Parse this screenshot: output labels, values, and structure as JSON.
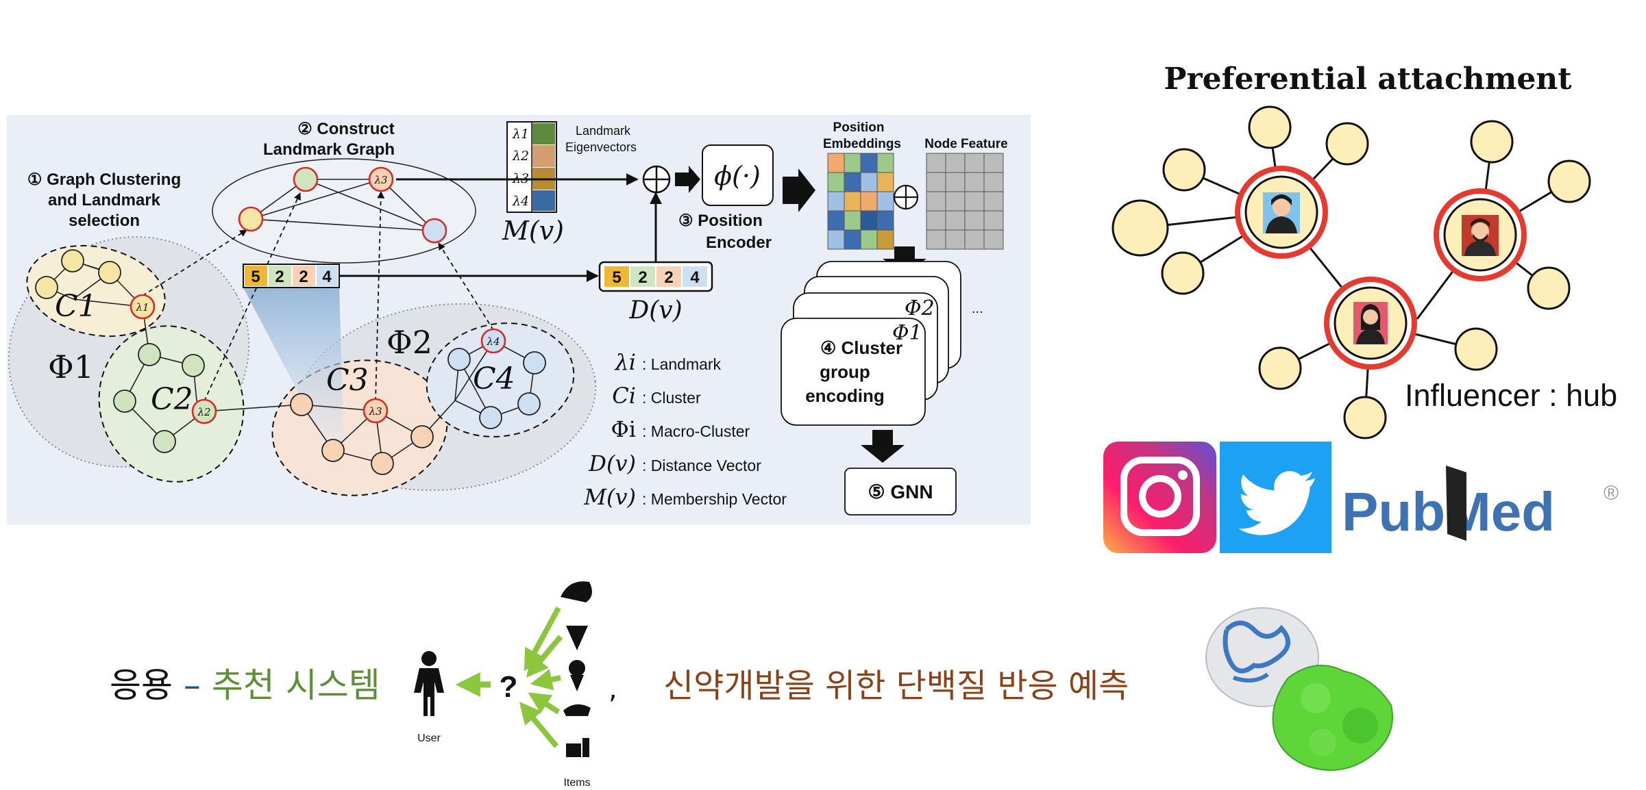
{
  "pipeline": {
    "step1": {
      "num": "①",
      "lines": [
        "Graph Clustering",
        "and Landmark",
        "selection"
      ]
    },
    "step2": {
      "num": "②",
      "lines": [
        "Construct",
        "Landmark Graph"
      ]
    },
    "step3": {
      "num": "③",
      "lines": [
        "Position",
        "Encoder"
      ]
    },
    "step4": {
      "num": "④",
      "lines": [
        "Cluster",
        "group",
        "encoding"
      ]
    },
    "step5": {
      "num": "⑤",
      "label": "GNN"
    },
    "landmark_eigenvectors": [
      "Landmark",
      "Eigenvectors"
    ],
    "position_embeddings": [
      "Position",
      "Embeddings"
    ],
    "node_feature": "Node Feature",
    "lambda_labels": [
      "λ1",
      "λ2",
      "λ3",
      "λ4"
    ],
    "cluster_labels": [
      "C1",
      "C2",
      "C3",
      "C4"
    ],
    "macro_labels": [
      "Φ1",
      "Φ2"
    ],
    "m_label": "M(v)",
    "d_label": "D(v)",
    "phi_label": "ϕ(·)",
    "oplus": "⊕",
    "distance_vector": [
      "5",
      "2",
      "2",
      "4"
    ],
    "stack_labels": [
      "Φ2",
      "Φ1"
    ],
    "ellipsis": "...",
    "legend": [
      {
        "sym": "λi",
        "text": ": Landmark"
      },
      {
        "sym": "Ci",
        "text": ": Cluster"
      },
      {
        "sym": "Φi",
        "text": ": Macro-Cluster"
      },
      {
        "sym": "D(v)",
        "text": ": Distance Vector"
      },
      {
        "sym": "M(v)",
        "text": ": Membership Vector"
      }
    ],
    "colors": {
      "panel_bg": "#eaeff7",
      "landmark": "#d42b2b",
      "yellow": "#f6e6a5",
      "green": "#cfe4bf",
      "peach": "#f8d2b5",
      "blue": "#cfdff2"
    }
  },
  "preferential": {
    "title": "Preferential attachment",
    "hub_label": "Influencer : hub",
    "node_color": "#fdeeba",
    "hub_ring": "#e53a2f"
  },
  "logos": {
    "instagram": "instagram-icon",
    "twitter": "twitter-bird-icon",
    "pubmed": "PubMed",
    "registered": "®"
  },
  "bottom": {
    "prefix": "응용",
    "dash": "–",
    "recsys": "추천 시스템",
    "comma": ",",
    "drug": "신약개발을 위한 단백질 반응 예측",
    "user_label": "User",
    "items_label": "Items",
    "question": "?",
    "colors": {
      "recsys": "#5d8f36",
      "drug": "#8a4218",
      "arrow": "#8cc63f",
      "protein_green": "#5ed63a",
      "protein_blue": "#3d78c4"
    }
  }
}
